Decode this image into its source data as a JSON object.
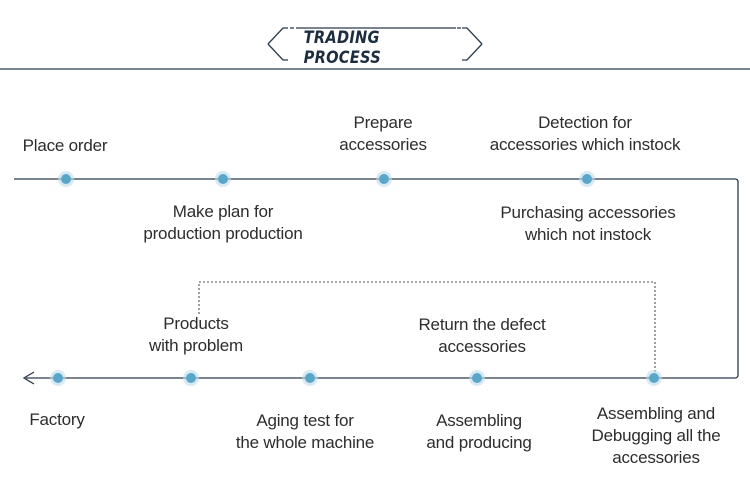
{
  "title": "TRADING PROCESS",
  "colors": {
    "line": "#2b3a4a",
    "dot": "#5aa6c9",
    "dot_ring": "#bcdceb",
    "dashed": "#555555"
  },
  "top_row": {
    "nodes": [
      {
        "label_above": [
          "Place order"
        ]
      },
      {
        "label_below": [
          "Make plan for",
          "production production"
        ]
      },
      {
        "label_above": [
          "Prepare",
          "accessories"
        ]
      },
      {
        "label_above": [
          "Detection for",
          "accessories which instock"
        ],
        "label_below": [
          "Purchasing accessories",
          "which not instock"
        ]
      }
    ]
  },
  "bottom_row": {
    "nodes": [
      {
        "label_below": [
          "Factory"
        ]
      },
      {
        "label_above": [
          "Products",
          "with problem"
        ]
      },
      {
        "label_below": [
          "Aging test for",
          "the whole machine"
        ]
      },
      {
        "label_above": [
          "Return the defect",
          "accessories"
        ],
        "label_below": [
          "Assembling",
          "and producing"
        ]
      },
      {
        "label_below": [
          "Assembling and",
          "Debugging all the",
          "accessories"
        ]
      }
    ]
  }
}
